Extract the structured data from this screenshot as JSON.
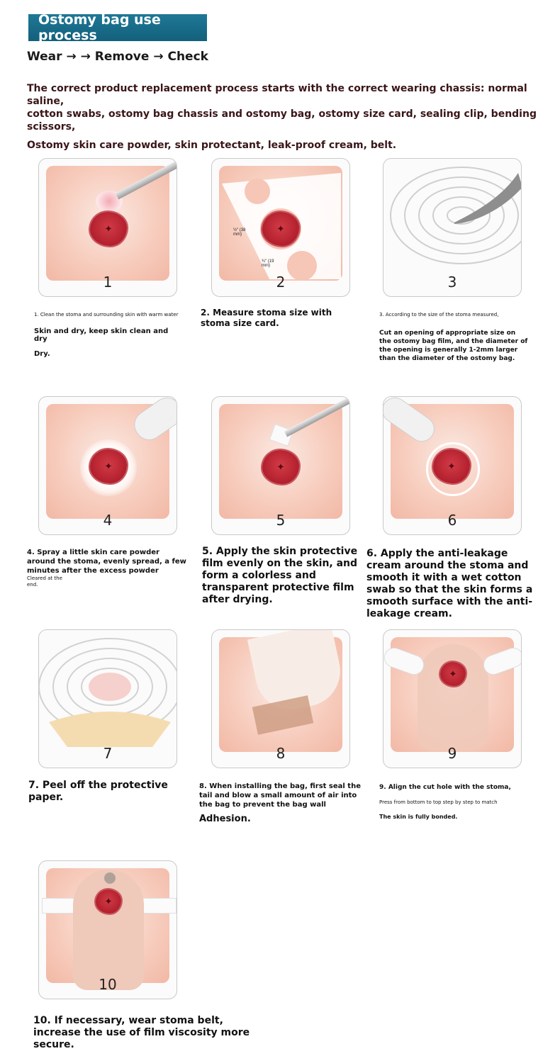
{
  "header": {
    "title": "Ostomy bag use process",
    "flow": "Wear → → Remove → Check"
  },
  "intro": {
    "line1": "The correct product replacement process starts with the correct wearing chassis: normal saline,",
    "line2": "cotton swabs, ostomy bag chassis and ostomy bag, ostomy size card, sealing clip, bending scissors,",
    "line3": "Ostomy skin care powder, skin protectant, leak-proof cream, belt."
  },
  "steps": [
    {
      "num": "1",
      "caption_a": "1. Clean the stoma and surrounding skin with warm water",
      "caption_b": "Skin and dry, keep skin clean and dry",
      "caption_c": "Dry."
    },
    {
      "num": "2",
      "caption_a": "2. Measure stoma size with stoma size card.",
      "card_label_a": "½\" (38 mm)",
      "card_label_b": "¾\" (19 mm)"
    },
    {
      "num": "3",
      "caption_a": "3. According to the size of the stoma measured,",
      "caption_b": "Cut an opening of appropriate size on the ostomy bag film, and the diameter of the opening is generally 1-2mm larger than the diameter of the ostomy bag."
    },
    {
      "num": "4",
      "caption_a": "4. Spray a little skin care powder around the stoma, evenly spread, a few minutes after the excess powder",
      "caption_b": "Cleared at the end."
    },
    {
      "num": "5",
      "caption_a": "5. Apply the skin protective film evenly on the skin, and form a colorless and transparent protective film after drying."
    },
    {
      "num": "6",
      "caption_a": "6. Apply the anti-leakage cream around the stoma and smooth it with a wet cotton swab so that the skin forms a smooth surface with the anti-leakage cream."
    },
    {
      "num": "7",
      "caption_a": "7. Peel off the protective paper."
    },
    {
      "num": "8",
      "caption_a": "8. When installing the bag, first seal the tail and blow a small amount of air into the bag to prevent the bag wall",
      "caption_b": "Adhesion."
    },
    {
      "num": "9",
      "caption_a": "9. Align the cut hole with the stoma,",
      "caption_b": "Press from bottom to top step by step to match",
      "caption_c": "The skin is fully bonded."
    },
    {
      "num": "10",
      "caption_a": "10. If necessary, wear stoma belt, increase the use of film viscosity more secure."
    }
  ],
  "colors": {
    "banner": "#1b6f8c",
    "stoma": "#b21f2c",
    "skin": "#f7cdbe"
  }
}
